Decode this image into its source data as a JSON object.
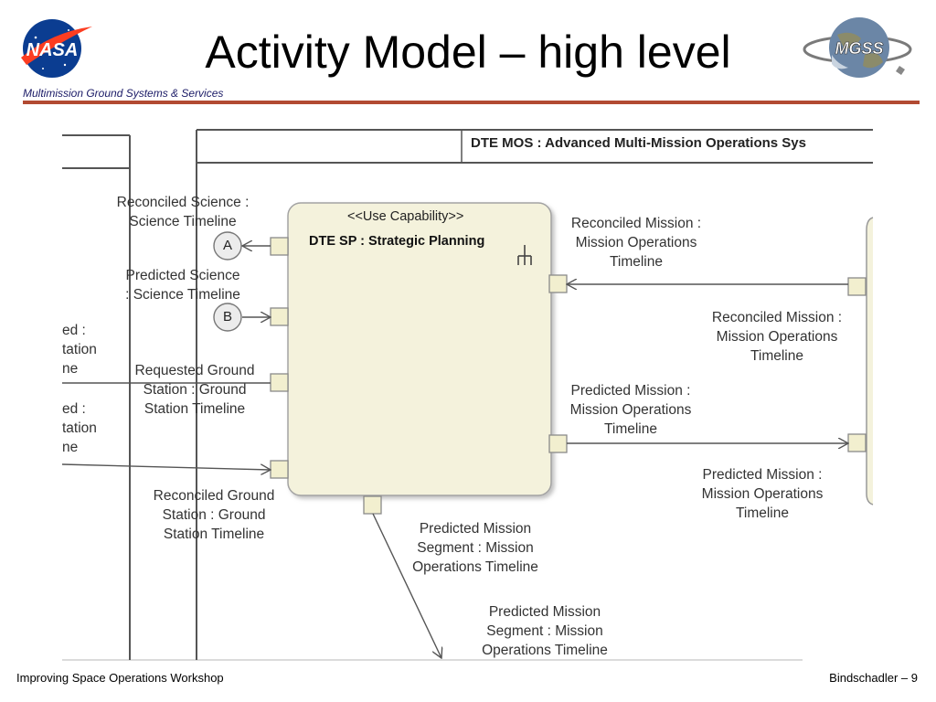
{
  "slide": {
    "title": "Activity Model – high level",
    "subtitle": "Multimission Ground Systems & Services",
    "footer_left": "Improving Space Operations Workshop",
    "footer_right": "Bindschadler – 9"
  },
  "logos": {
    "left": "NASA",
    "right": "MGSS"
  },
  "diagram": {
    "frame_header": "DTE MOS : Advanced Multi-Mission Operations Sys",
    "block": {
      "stereotype": "<<Use Capability>>",
      "name": "DTE SP : Strategic Planning"
    },
    "connectors": [
      "A",
      "B"
    ],
    "labels": {
      "reconciled_science": [
        "Reconciled Science :",
        "Science Timeline"
      ],
      "predicted_science": [
        "Predicted Science",
        ": Science Timeline"
      ],
      "requested_ground": [
        "Requested Ground",
        "Station : Ground",
        "Station Timeline"
      ],
      "reconciled_ground": [
        "Reconciled Ground",
        "Station : Ground",
        "Station Timeline"
      ],
      "reconciled_mission_1": [
        "Reconciled Mission :",
        "Mission Operations",
        "Timeline"
      ],
      "reconciled_mission_2": [
        "Reconciled Mission :",
        "Mission Operations",
        "Timeline"
      ],
      "predicted_mission_1": [
        "Predicted Mission :",
        "Mission Operations",
        "Timeline"
      ],
      "predicted_mission_2": [
        "Predicted Mission :",
        "Mission Operations",
        "Timeline"
      ],
      "predicted_segment_1": [
        "Predicted Mission",
        "Segment : Mission",
        "Operations Timeline"
      ],
      "predicted_segment_2": [
        "Predicted Mission",
        "Segment : Mission",
        "Operations Timeline"
      ],
      "cut_left_1": [
        "ed :",
        "tation",
        "ne"
      ],
      "cut_left_2": [
        "ed :",
        "tation",
        "ne"
      ]
    }
  },
  "colors": {
    "accent_rule": "#b24a32",
    "subtitle": "#1a1a66",
    "block_fill": "#f4f2dc",
    "port_fill": "#f2efcf"
  }
}
